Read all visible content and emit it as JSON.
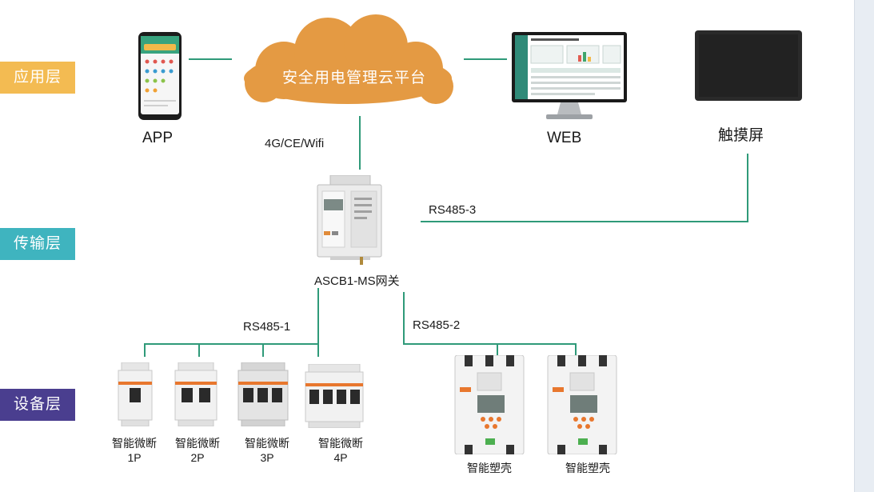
{
  "layers": {
    "app": "应用层",
    "transport": "传输层",
    "device": "设备层"
  },
  "colors": {
    "app_layer": "#f3bb52",
    "transport_layer": "#3fb4bf",
    "device_layer": "#4a3e8f",
    "wire": "#2f9a79",
    "cloud": "#e49a43"
  },
  "cloud": {
    "label": "安全用电管理云平台"
  },
  "app_items": {
    "app": "APP",
    "web": "WEB",
    "touch": "触摸屏",
    "link": "4G/CE/Wifi"
  },
  "gateway": {
    "label": "ASCB1-MS网关",
    "rs485_3": "RS485-3",
    "rs485_1": "RS485-1",
    "rs485_2": "RS485-2"
  },
  "breakers": [
    {
      "line1": "智能微断",
      "line2": "1P"
    },
    {
      "line1": "智能微断",
      "line2": "2P"
    },
    {
      "line1": "智能微断",
      "line2": "3P"
    },
    {
      "line1": "智能微断",
      "line2": "4P"
    }
  ],
  "molded_case": [
    {
      "label": "智能塑壳"
    },
    {
      "label": "智能塑壳"
    }
  ]
}
